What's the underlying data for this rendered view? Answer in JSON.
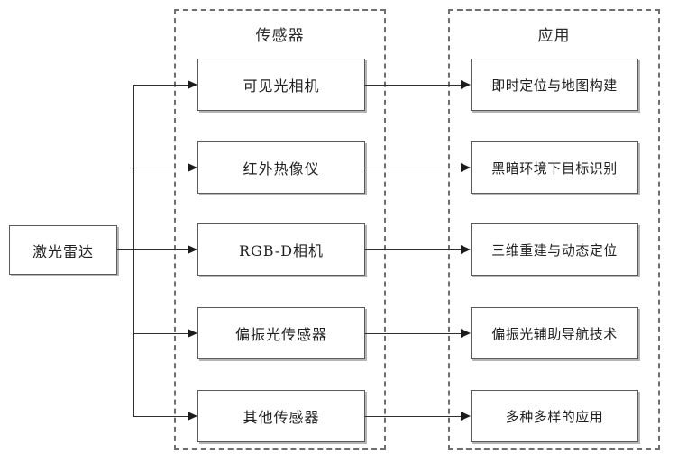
{
  "diagram": {
    "type": "flow-diagram",
    "source_node": {
      "label": "激光雷达"
    },
    "groups": [
      {
        "id": "sensors",
        "title": "传感器"
      },
      {
        "id": "applications",
        "title": "应用"
      }
    ],
    "rows": [
      {
        "sensor": "可见光相机",
        "application": "即时定位与地图构建"
      },
      {
        "sensor": "红外热像仪",
        "application": "黑暗环境下目标识别"
      },
      {
        "sensor": "RGB-D相机",
        "application": "三维重建与动态定位"
      },
      {
        "sensor": "偏振光传感器",
        "application": "偏振光辅助导航技术"
      },
      {
        "sensor": "其他传感器",
        "application": "多种多样的应用"
      }
    ],
    "colors": {
      "node_border": "#5a5a5a",
      "node_fill": "#ffffff",
      "group_border": "#6e6e6e",
      "connector": "#2e2e2e",
      "text": "#1f1f1f",
      "background": "#ffffff"
    }
  }
}
